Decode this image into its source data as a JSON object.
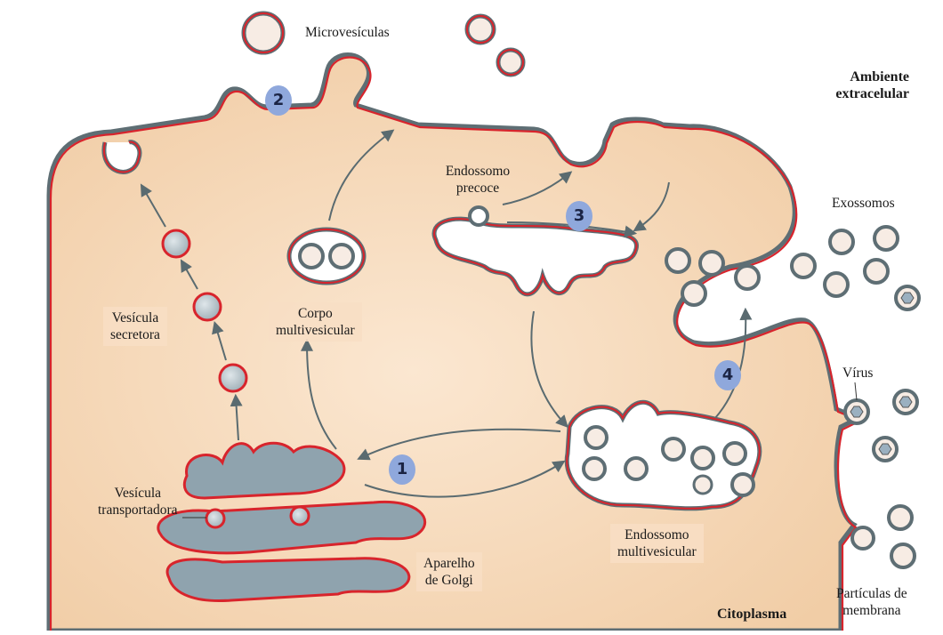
{
  "labels": {
    "microvesiculas": "Microvesículas",
    "ambiente_line1": "Ambiente",
    "ambiente_line2": "extracelular",
    "endossomo_precoce_line1": "Endossomo",
    "endossomo_precoce_line2": "precoce",
    "exossomos": "Exossomos",
    "vesicula_secretora_line1": "Vesícula",
    "vesicula_secretora_line2": "secretora",
    "corpo_line1": "Corpo",
    "corpo_line2": "multivesicular",
    "virus": "Vírus",
    "vesicula_transportadora_line1": "Vesícula",
    "vesicula_transportadora_line2": "transportadora",
    "endossomo_multivesicular_line1": "Endossomo",
    "endossomo_multivesicular_line2": "multivesicular",
    "aparelho_line1": "Aparelho",
    "aparelho_line2": "de Golgi",
    "citoplasma": "Citoplasma",
    "particulas_line1": "Partículas de",
    "particulas_line2": "membrana"
  },
  "steps": [
    "1",
    "2",
    "3",
    "4"
  ],
  "colors": {
    "cytoplasm": "#f3d2ad",
    "cytoplasm_light": "#fae6d0",
    "membrane_red": "#d8242c",
    "membrane_gray": "#5e6e74",
    "golgi_fill": "#8fa3ae",
    "arrow": "#5a6b70",
    "badge": "#8fa8dc"
  }
}
